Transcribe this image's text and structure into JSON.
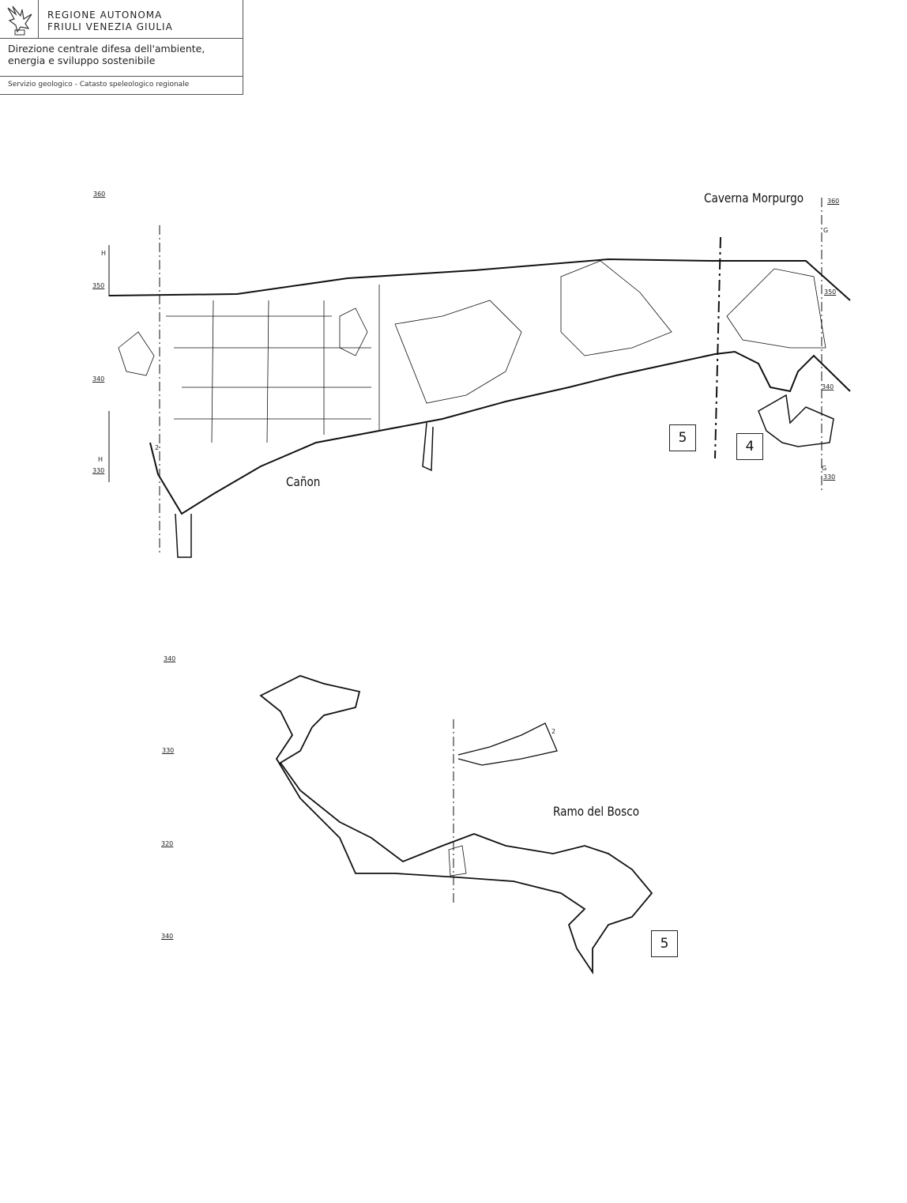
{
  "header": {
    "org_line1": "REGIONE AUTONOMA",
    "org_line2": "FRIULI VENEZIA GIULIA",
    "directorate_line1": "Direzione centrale difesa dell'ambiente,",
    "directorate_line2": "energia e sviluppo sostenibile",
    "service": "Servizio geologico - Catasto speleologico regionale",
    "logo_icon": "eagle-icon"
  },
  "section_upper": {
    "title_morpurgo": "Caverna Morpurgo",
    "title_canon": "Cañon",
    "box_5": "5",
    "box_4": "4",
    "left_elevations": [
      "360",
      "350",
      "340",
      "330"
    ],
    "left_marker": "H",
    "right_elevations": [
      "360",
      "350",
      "340",
      "330"
    ],
    "right_marker": "G",
    "point_label": "2"
  },
  "section_lower": {
    "title": "Ramo del Bosco",
    "box_5": "5",
    "elevations": [
      "340",
      "330",
      "320",
      "340"
    ],
    "point_label": "2"
  }
}
